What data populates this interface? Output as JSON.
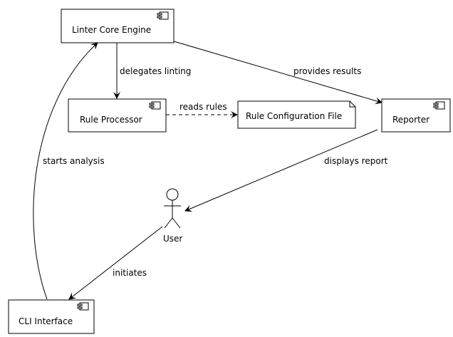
{
  "nodes": {
    "linter_core": {
      "label": "Linter Core Engine"
    },
    "rule_processor": {
      "label": "Rule Processor"
    },
    "rule_config": {
      "label": "Rule Configuration File"
    },
    "reporter": {
      "label": "Reporter"
    },
    "cli": {
      "label": "CLI Interface"
    },
    "user": {
      "label": "User"
    }
  },
  "edges": {
    "delegates": {
      "label": "delegates linting"
    },
    "reads_rules": {
      "label": "reads rules"
    },
    "provides_results": {
      "label": "provides results"
    },
    "displays_report": {
      "label": "displays report"
    },
    "starts_analysis": {
      "label": "starts analysis"
    },
    "initiates": {
      "label": "initiates"
    }
  }
}
